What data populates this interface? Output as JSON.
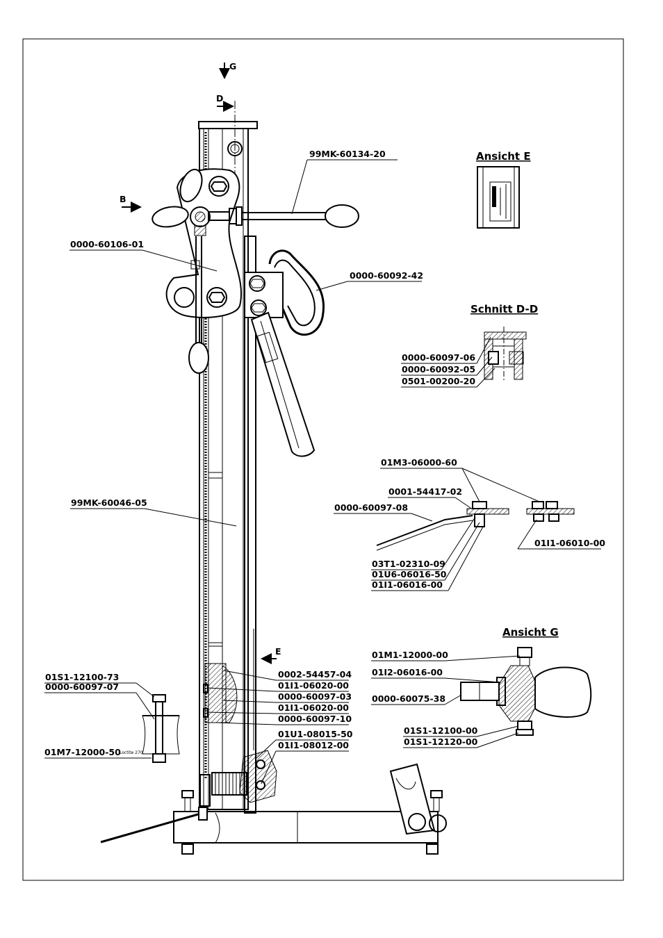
{
  "sheet": {
    "markers": {
      "g": "G",
      "d": "D",
      "b": "B",
      "e": "E"
    },
    "views": {
      "ansicht_e": "Ansicht  E",
      "schnitt_dd": "Schnitt  D-D",
      "ansicht_g": "Ansicht  G"
    },
    "loctite": "Loctite 270",
    "labels": {
      "l01": "99MK-60134-20",
      "l02": "0000-60106-01",
      "l03": "0000-60092-42",
      "l04": "0000-60097-06",
      "l05": "0000-60092-05",
      "l06": "0501-00200-20",
      "l07": "01M3-06000-60",
      "l08": "0001-54417-02",
      "l09": "0000-60097-08",
      "l10": "01I1-06010-00",
      "l11": "03T1-02310-09",
      "l12": "01U6-06016-50",
      "l13": "01I1-06016-00",
      "l14": "99MK-60046-05",
      "l15": "01M1-12000-00",
      "l16": "01I2-06016-00",
      "l17": "0000-60075-38",
      "l18": "01S1-12100-00",
      "l19": "01S1-12120-00",
      "l20": "01S1-12100-73",
      "l21": "0000-60097-07",
      "l22": "01M7-12000-50",
      "l23": "0002-54457-04",
      "l24": "01I1-06020-00",
      "l25": "0000-60097-03",
      "l26": "01I1-06020-00",
      "l27": "0000-60097-10",
      "l28": "01U1-08015-50",
      "l29": "01I1-08012-00"
    }
  }
}
